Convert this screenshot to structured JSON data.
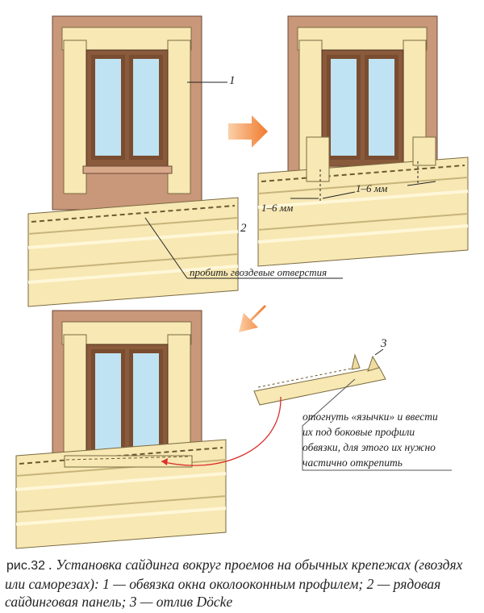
{
  "labels": {
    "trim_number": "1",
    "panel_number": "2",
    "drip_number": "3",
    "nail_holes": "пробить гвоздевые отверстия",
    "gap_left": "1–6 мм",
    "gap_right": "1–6 мм"
  },
  "callout": {
    "lines": [
      "отогнуть «язычки» и ввести",
      "их под боковые профили",
      "обвязки, для этого их нужно",
      "частично открепить"
    ]
  },
  "caption": {
    "figure_number": "рис.32",
    "text": ". Установка сайдинга вокруг проемов на обычных крепежах (гвоздях или саморезах): 1 — обвязка окна околооконным профилем; 2 — рядовая сайдинговая панель; 3 — отлив Döcke"
  },
  "colors": {
    "wall": "#c9977a",
    "siding": "#f7e8b4",
    "frame": "#8a5a3c",
    "glass": "#bfe3f2",
    "arrow": "#f07a2e",
    "guide": "#d9302a"
  }
}
